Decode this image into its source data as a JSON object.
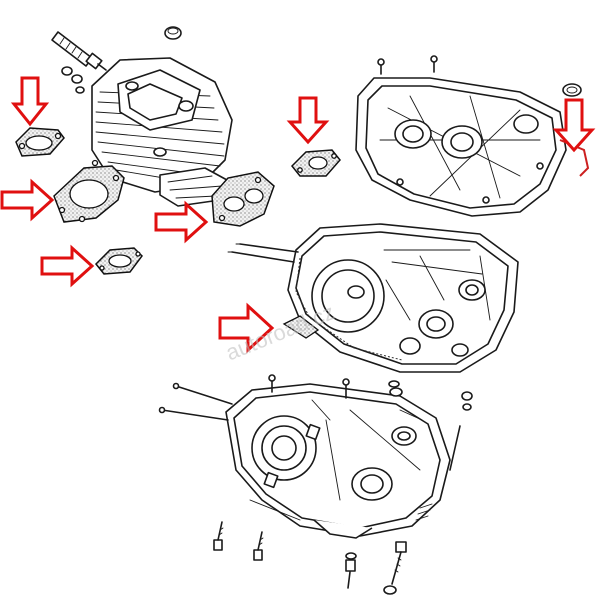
{
  "watermark": "autoroad.cz",
  "colors": {
    "arrow": "#e01010",
    "ink": "#1a1a1a",
    "background": "#ffffff"
  },
  "parts": [
    "spark-plug",
    "cylinder-head",
    "cylinder-head-gasket",
    "cylinder-base-gasket",
    "exhaust-gasket",
    "intake-gasket",
    "carburetor-flange-gasket",
    "side-cover",
    "side-cover-gasket",
    "clutch-cover",
    "clutch-cover-gasket",
    "crankcase",
    "bolts"
  ],
  "arrows": [
    "arrow-head-gasket",
    "arrow-base-gasket",
    "arrow-exhaust-gasket",
    "arrow-intake-gasket",
    "arrow-flange-gasket",
    "arrow-side-cover-gasket",
    "arrow-clutch-cover-gasket"
  ]
}
